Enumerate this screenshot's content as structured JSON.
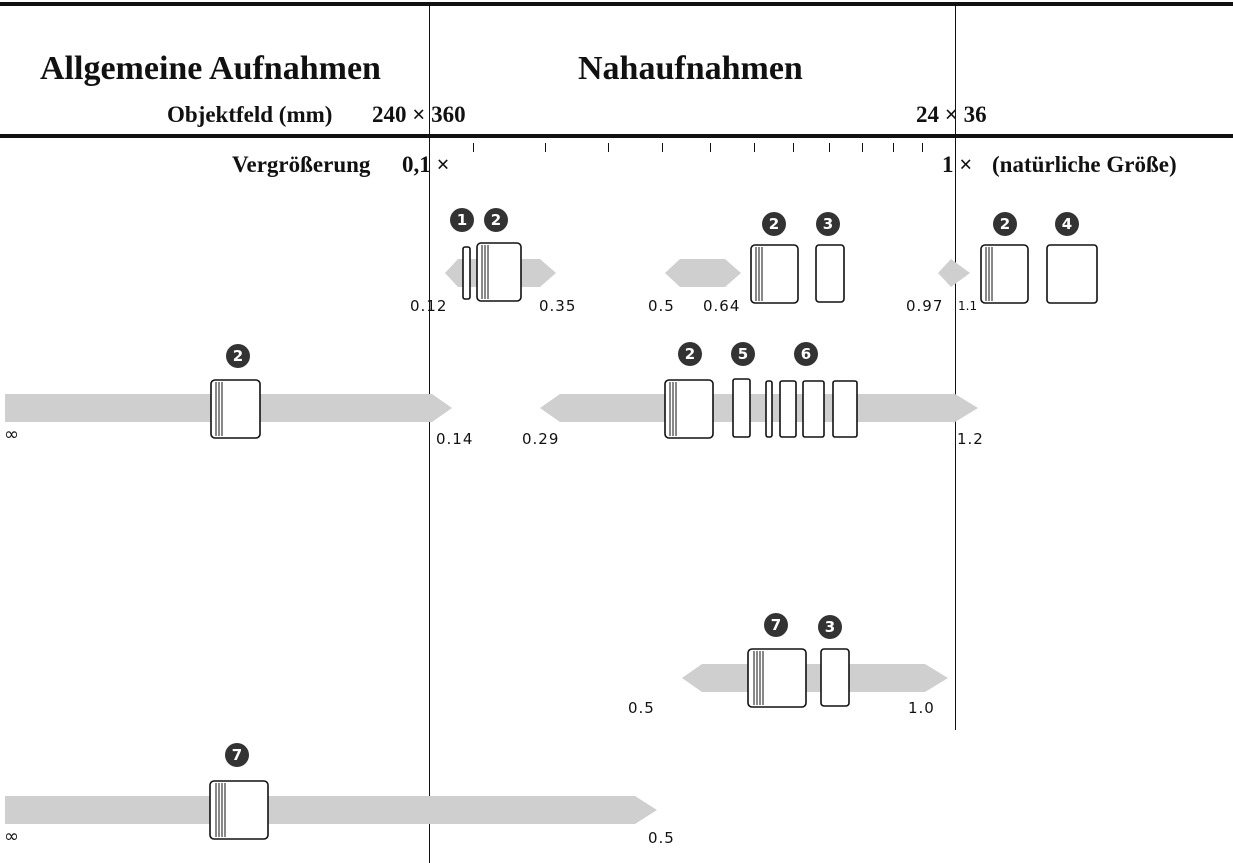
{
  "header": {
    "general_title": "Allgemeine Aufnahmen",
    "closeup_title": "Nahaufnahmen",
    "field_label": "Objektfeld (mm)",
    "field_left": "240 × 360",
    "field_right": "24 × 36",
    "mag_label": "Vergrößerung",
    "mag_left": "0,1 ×",
    "mag_right": "1 ×",
    "mag_right_note": "(natürliche Größe)"
  },
  "rows": [
    {
      "badges": [
        "1",
        "2",
        "2",
        "3",
        "2",
        "4"
      ],
      "distances": [
        "0.12",
        "0.35",
        "0.5",
        "0.64",
        "0.97",
        "1.1"
      ]
    },
    {
      "badges": [
        "2",
        "2",
        "5",
        "6"
      ],
      "distances": [
        "∞",
        "0.14",
        "0.29",
        "1.2"
      ]
    },
    {
      "badges": [
        "7",
        "3"
      ],
      "distances": [
        "0.5",
        "1.0"
      ]
    },
    {
      "badges": [
        "7"
      ],
      "distances": [
        "∞",
        "0.5"
      ]
    }
  ],
  "colors": {
    "band": "#cfcfcf",
    "ink": "#111111",
    "badge": "#333333"
  }
}
